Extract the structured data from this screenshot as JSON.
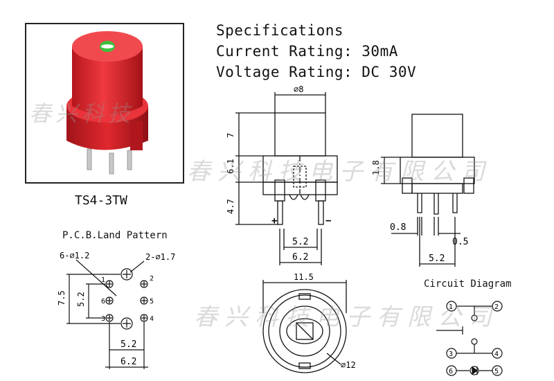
{
  "specs": {
    "title": "Specifications",
    "current": "Current Rating: 30mA",
    "voltage": "Voltage Rating: DC 30V"
  },
  "photo": {
    "model": "TS4-3TW",
    "watermark": "春兴科技",
    "button_color": "#d9262c",
    "led_color": "#3cc13c"
  },
  "watermark_full": "春兴科技电子有限公司",
  "front_view": {
    "dims": {
      "dia_top": "⌀8",
      "h_cap": "7",
      "h_body": "6.1",
      "h_pin": "4.7",
      "w_inner": "5.2",
      "w_outer": "6.2",
      "plus": "+",
      "minus": "−"
    }
  },
  "side_view": {
    "dims": {
      "h": "1.8",
      "w_a": "0.8",
      "w_b": "0.5",
      "w_pitch": "5.2"
    }
  },
  "bottom_view": {
    "dims": {
      "width": "11.5",
      "dia": "⌀12"
    }
  },
  "pcb": {
    "title": "P.C.B.Land Pattern",
    "labels": {
      "hole_small": "6-⌀1.2",
      "hole_large": "2-⌀1.7",
      "h_outer": "7.5",
      "h_inner": "5.2",
      "w_inner": "5.2",
      "w_outer": "6.2",
      "pins": [
        "1",
        "2",
        "6",
        "5",
        "3",
        "4"
      ]
    }
  },
  "circuit": {
    "title": "Circuit Diagram",
    "pins": [
      "1",
      "2",
      "3",
      "4",
      "6",
      "5"
    ]
  }
}
